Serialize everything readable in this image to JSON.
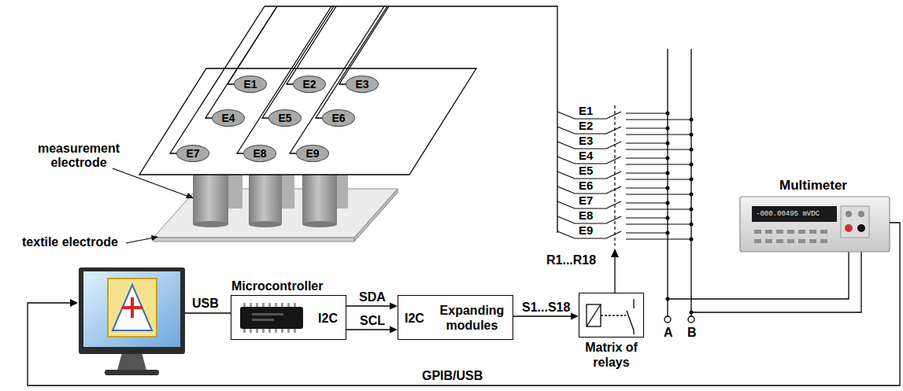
{
  "diagram": {
    "nodes": [
      {
        "text": [
          "E1"
        ]
      },
      {
        "text": [
          "E2"
        ]
      },
      {
        "text": [
          "E3"
        ]
      },
      {
        "text": [
          "E4"
        ]
      },
      {
        "text": [
          "E5"
        ]
      },
      {
        "text": [
          "E6"
        ]
      },
      {
        "text": [
          "E7"
        ]
      },
      {
        "text": [
          "E8"
        ]
      },
      {
        "text": [
          "E9"
        ]
      },
      {
        "text": [
          "Microcontroller",
          "I2C"
        ]
      },
      {
        "text": [
          "I2C",
          "Expanding modules"
        ]
      },
      {
        "text": [
          "Matrix of relays"
        ]
      }
    ],
    "edges": [
      {
        "from": 9,
        "to": 10,
        "label": "SDA",
        "arrow": "to"
      },
      {
        "from": 9,
        "to": 10,
        "label": "SCL",
        "arrow": "to"
      },
      {
        "from": 10,
        "to": 11,
        "label": "S1...S18",
        "arrow": "to"
      }
    ],
    "labels": [
      "measurement electrode",
      "textile electrode",
      "E1",
      "E2",
      "E3",
      "E4",
      "E5",
      "E6",
      "E7",
      "E8",
      "E9",
      "R1...R18",
      "USB",
      "Multimeter",
      "-000.00495 mVDC",
      "A",
      "B",
      "GPIB/USB"
    ]
  }
}
